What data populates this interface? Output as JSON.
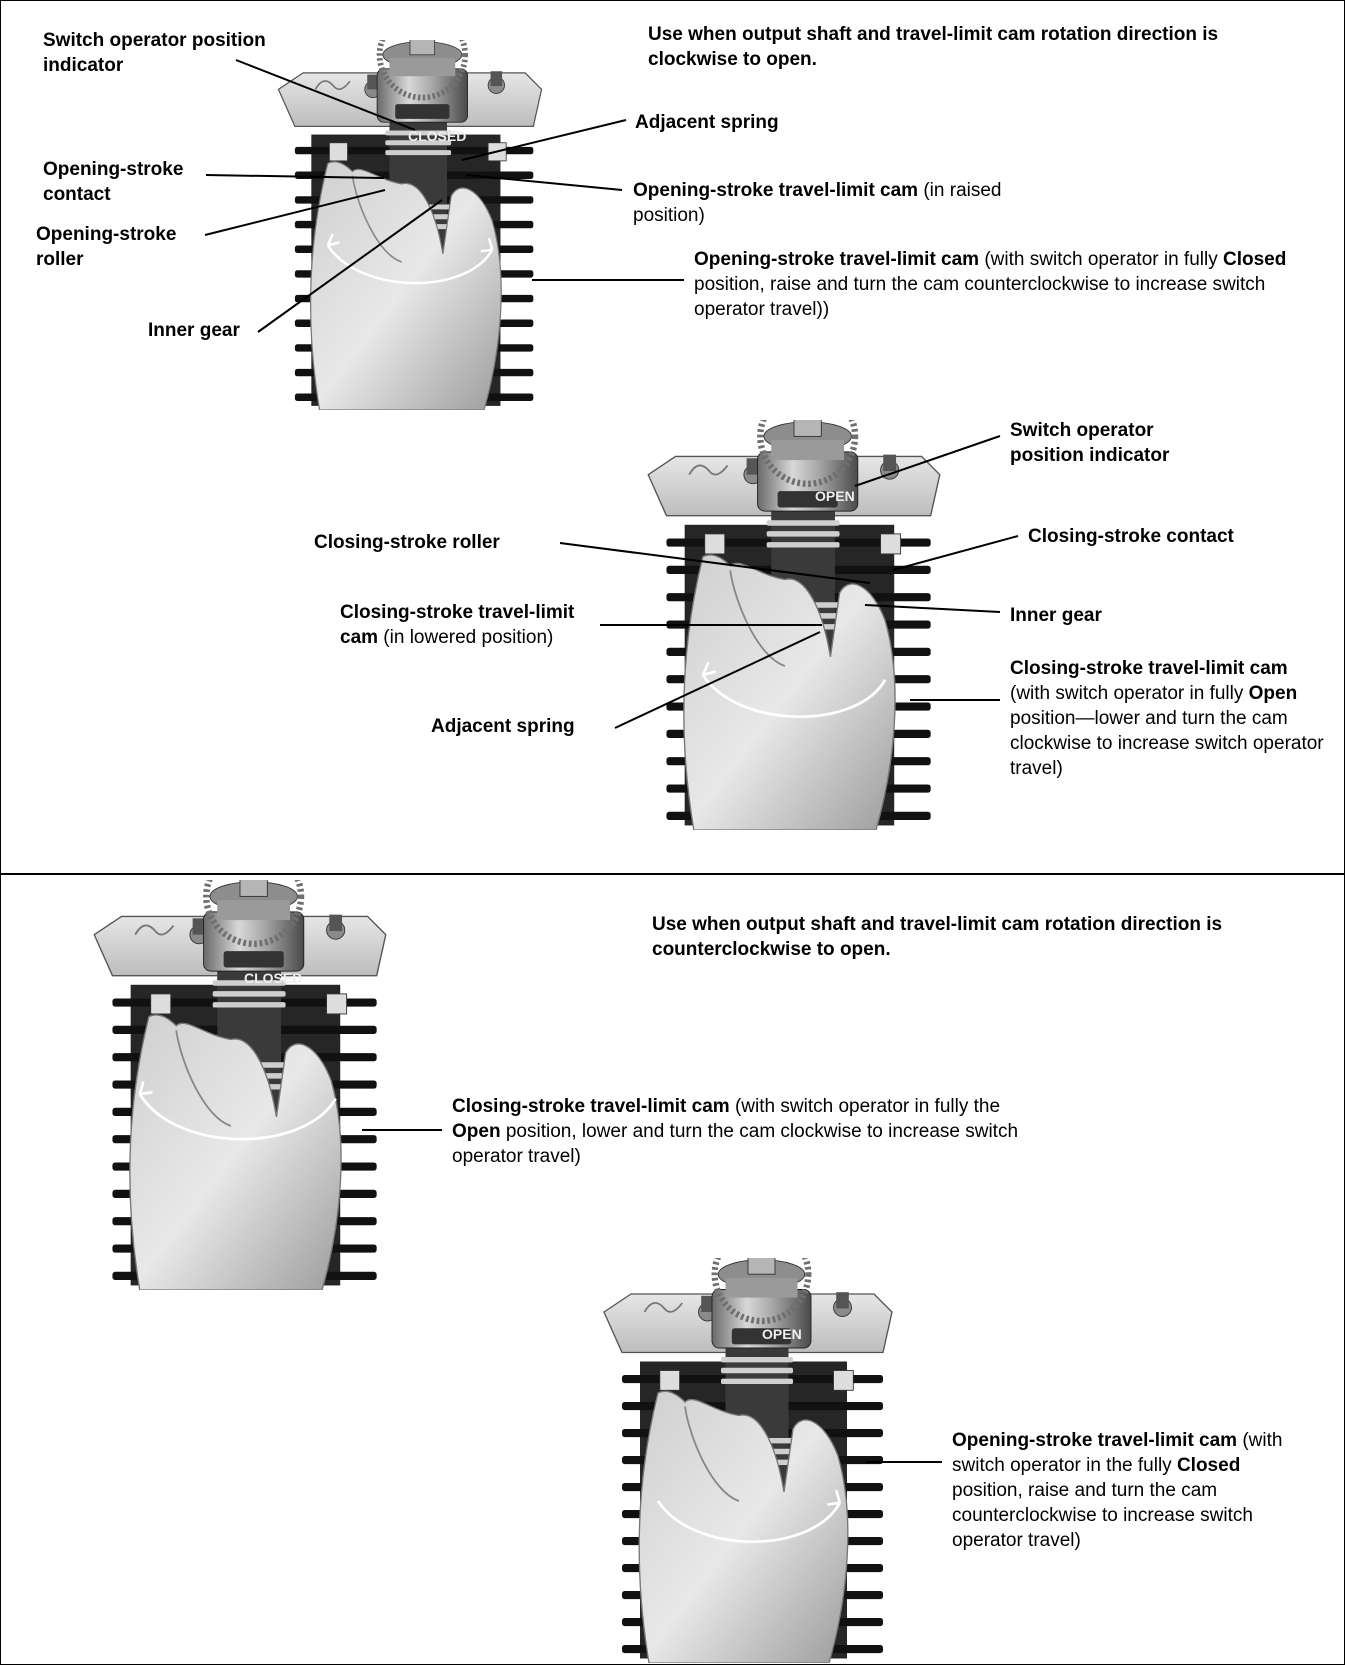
{
  "colors": {
    "leader": "#000000",
    "text": "#000000",
    "divider": "#000000"
  },
  "top_section": {
    "heading": "Use when output shaft and travel-limit cam rotation direction is clockwise to open.",
    "photo_closed": {
      "indicator_text": "CLOSED",
      "labels": {
        "switch_operator_indicator": "Switch operator position indicator",
        "adjacent_spring": "Adjacent spring",
        "opening_stroke_contact": "Opening-stroke contact",
        "opening_stroke_roller": "Opening-stroke roller",
        "opening_cam_raised_bold": "Opening-stroke travel-limit cam",
        "opening_cam_raised_rest": " (in raised position)",
        "inner_gear": "Inner gear",
        "opening_cam_bold": "Opening-stroke travel-limit cam",
        "opening_cam_rest1": " (with switch operator in fully ",
        "opening_cam_closed_bold": "Closed",
        "opening_cam_rest2": " position, raise and turn the cam counterclockwise to increase switch operator travel))"
      }
    },
    "photo_open": {
      "indicator_text": "OPEN",
      "labels": {
        "switch_operator_indicator": "Switch operator position indicator",
        "closing_stroke_roller": "Closing-stroke roller",
        "closing_stroke_contact": "Closing-stroke contact",
        "closing_cam_lowered_bold": "Closing-stroke travel-limit cam",
        "closing_cam_lowered_rest": " (in lowered position)",
        "inner_gear": "Inner gear",
        "adjacent_spring": "Adjacent spring",
        "closing_cam_bold": "Closing-stroke travel-limit cam",
        "closing_cam_rest1": " (with switch operator in fully ",
        "closing_cam_open_bold": "Open",
        "closing_cam_rest2": " position—lower and turn the cam clockwise to increase switch operator travel)"
      }
    }
  },
  "bottom_section": {
    "heading": "Use when output shaft and travel-limit cam rotation direction is counterclockwise to open.",
    "photo_closed": {
      "indicator_text": "CLOSED",
      "labels": {
        "closing_cam_bold": "Closing-stroke travel-limit cam",
        "closing_cam_rest1": " (with switch operator in fully the ",
        "closing_cam_open_bold": "Open",
        "closing_cam_rest2": " position, lower and turn the cam clockwise to increase switch operator travel)"
      }
    },
    "photo_open": {
      "indicator_text": "OPEN",
      "labels": {
        "opening_cam_bold": "Opening-stroke travel-limit cam",
        "opening_cam_rest1": " (with switch operator in the fully ",
        "opening_cam_closed_bold": "Closed",
        "opening_cam_rest2": " position, raise and turn the cam counterclockwise to increase switch operator travel)"
      }
    }
  }
}
